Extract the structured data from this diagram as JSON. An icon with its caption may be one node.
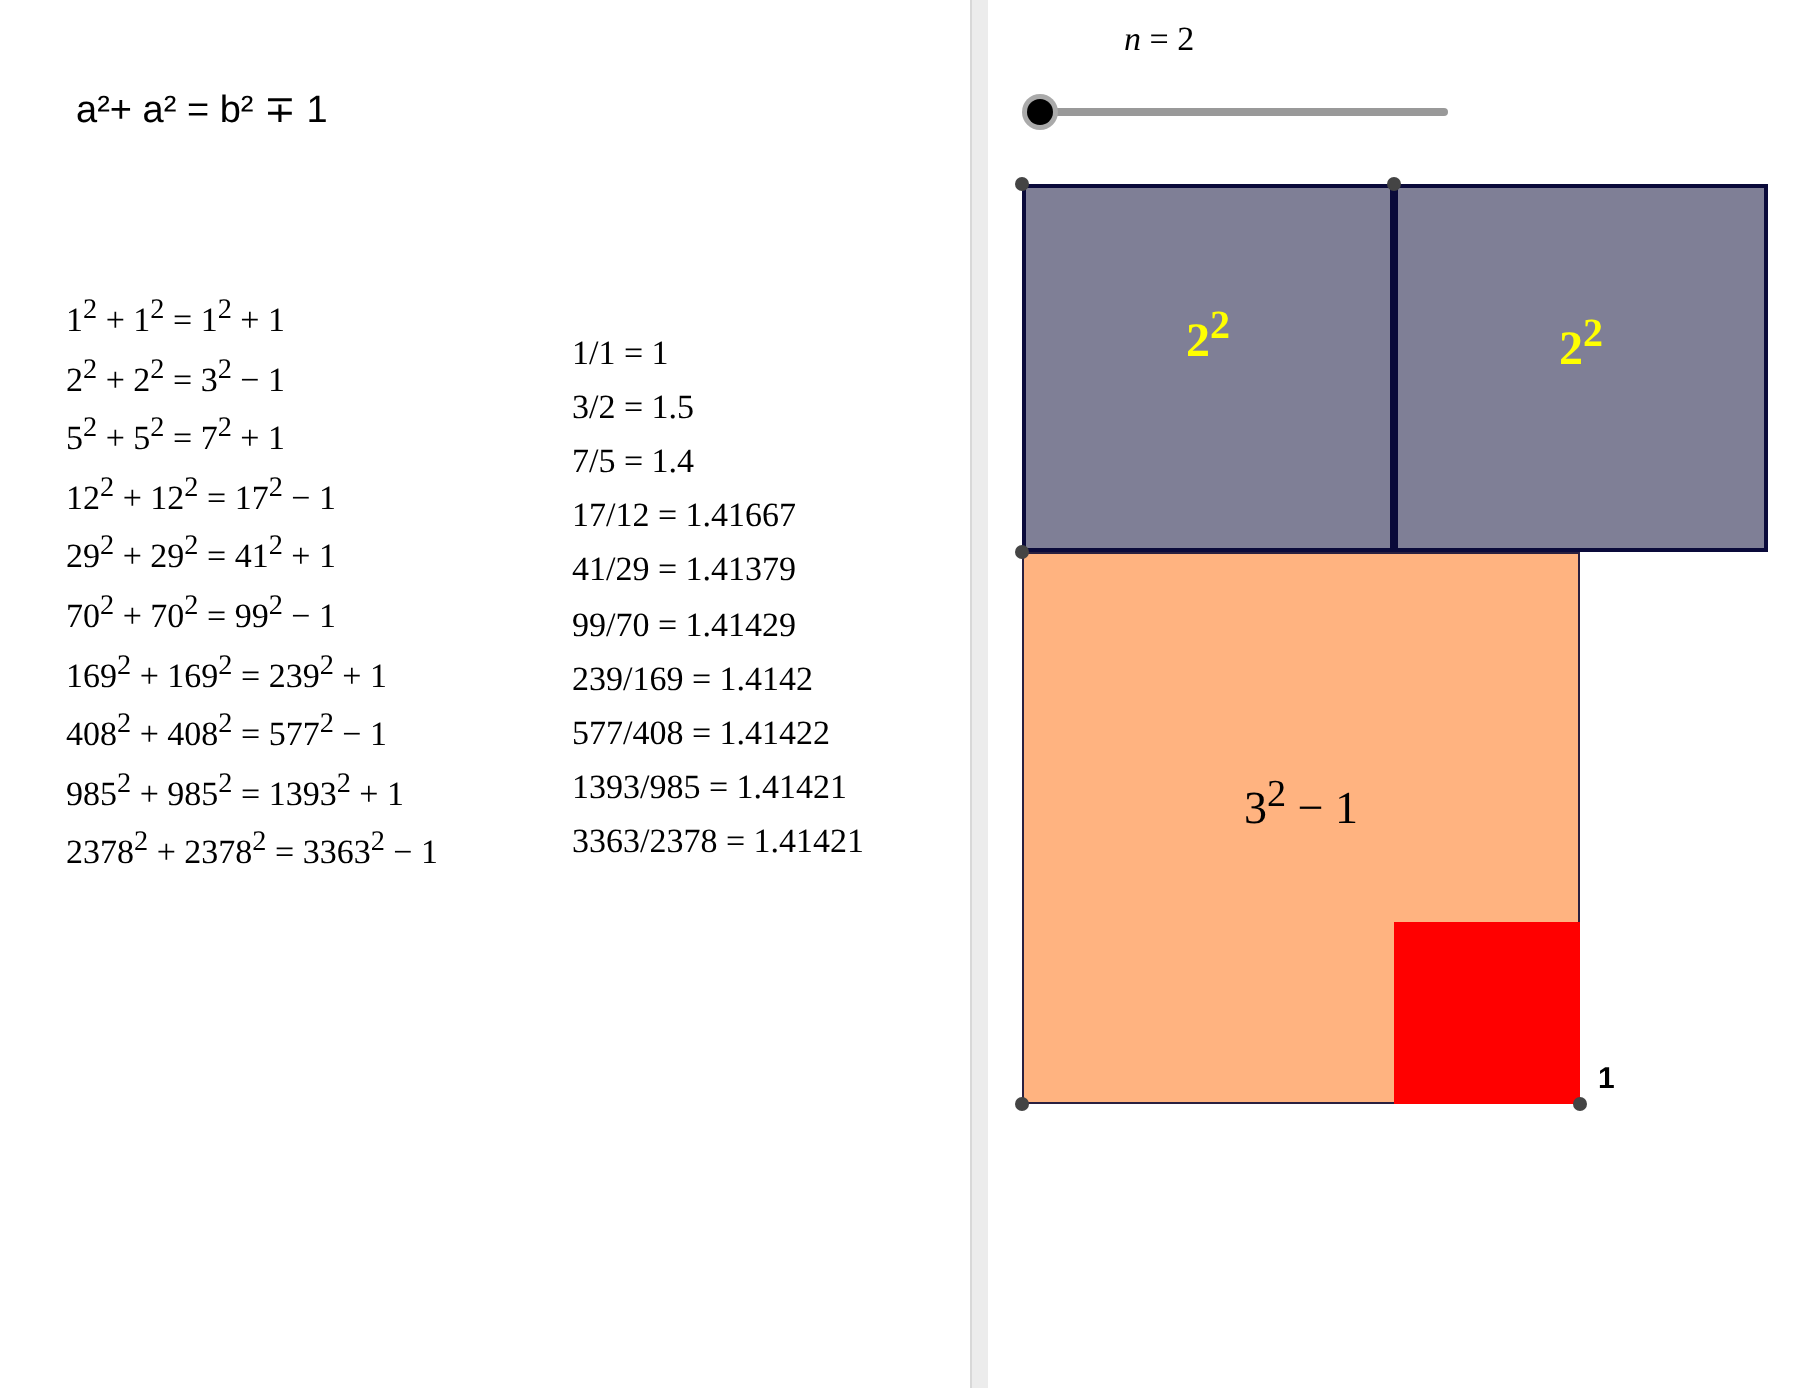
{
  "diagram": {
    "title": "a²+ a² = b² ∓ 1",
    "nodes": [
      {
        "text": [
          "2$^{2}$"
        ]
      },
      {
        "text": [
          "2$^{2}$"
        ]
      },
      {
        "text": [
          "3$^{2}$ − 1"
        ]
      },
      {
        "text": [],
        "shape": "box",
        "in": 2
      }
    ],
    "edges": [],
    "labels": [
      "*n* = 2",
      "1$^{2}$ + 1$^{2}$ = 1$^{2}$ + 1",
      "2$^{2}$ + 2$^{2}$ = 3$^{2}$ − 1",
      "5$^{2}$ + 5$^{2}$ = 7$^{2}$ + 1",
      "12$^{2}$ + 12$^{2}$ = 17$^{2}$ − 1",
      "29$^{2}$ + 29$^{2}$ = 41$^{2}$ + 1",
      "70$^{2}$ + 70$^{2}$ = 99$^{2}$ − 1",
      "169$^{2}$ + 169$^{2}$ = 239$^{2}$ + 1",
      "408$^{2}$ + 408$^{2}$ = 577$^{2}$ − 1",
      "985$^{2}$ + 985$^{2}$ = 1393$^{2}$ + 1",
      "2378$^{2}$ + 2378$^{2}$ = 3363$^{2}$ − 1",
      "1/1 = 1",
      "3/2 = 1.5",
      "7/5 = 1.4",
      "17/12 = 1.41667",
      "41/29 = 1.41379",
      "99/70 = 1.41429",
      "239/169 = 1.4142",
      "577/408 = 1.41422",
      "1393/985 = 1.41421",
      "3363/2378 = 1.41421",
      "1"
    ]
  }
}
